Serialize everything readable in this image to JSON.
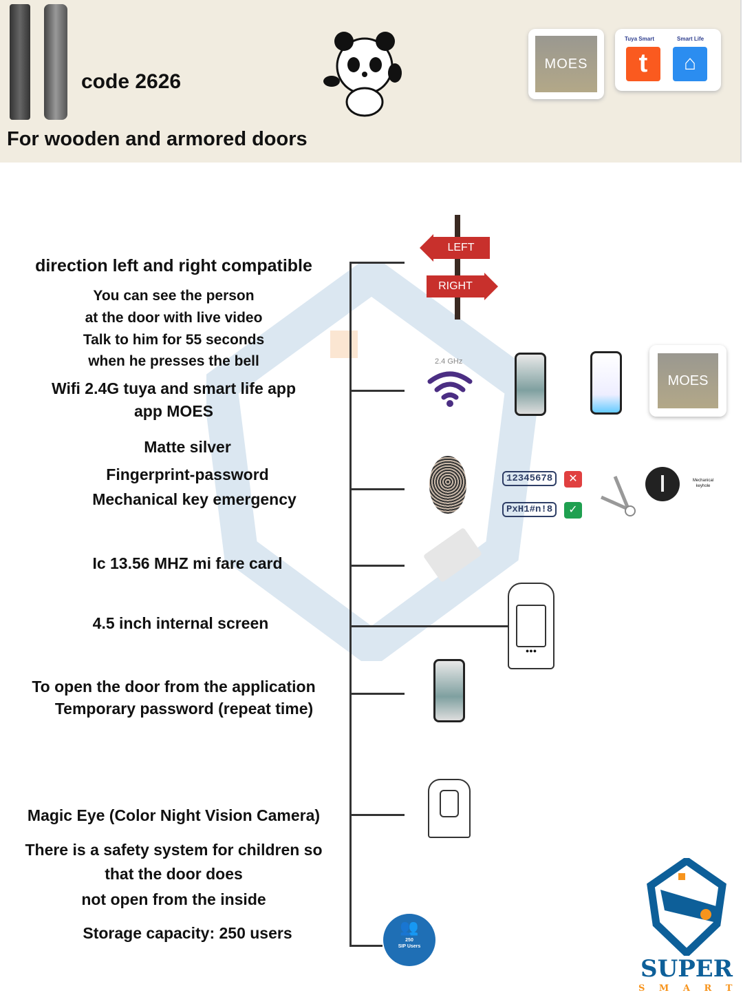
{
  "header": {
    "code": "code 2626",
    "subtitle": "For wooden and armored doors",
    "app_moes": "MOES",
    "app_tuya_label": "Tuya Smart",
    "app_smartlife_label": "Smart Life"
  },
  "features": [
    "direction left and right compatible",
    "You can see the person",
    "at the door with live video",
    "Talk to him for 55 seconds",
    "when he presses the bell",
    "Wifi 2.4G tuya and smart life app",
    "app MOES",
    "Matte silver",
    "Fingerprint-password",
    "Mechanical key emergency",
    "Ic 13.56 MHZ mi fare card",
    "4.5 inch internal screen",
    "To open the door from the application",
    "Temporary password (repeat time)",
    "Magic Eye (Color Night Vision Camera)",
    "There is a safety system for children so",
    "that the door does",
    "not open from the inside",
    "Storage capacity: 250 users"
  ],
  "icons": {
    "sign_left": "LEFT",
    "sign_right": "RIGHT",
    "wifi_band": "2.4 GHz",
    "moes": "MOES",
    "password_bad": "12345678",
    "password_good": "PxH1#n!8",
    "keyhole_label": "Mechanical keyhole",
    "users_count": "250",
    "users_label": "SIP Users"
  },
  "brand": {
    "name": "SUPER",
    "tagline": "S M A R T",
    "primary": "#0d5f99",
    "accent": "#f7941d"
  }
}
